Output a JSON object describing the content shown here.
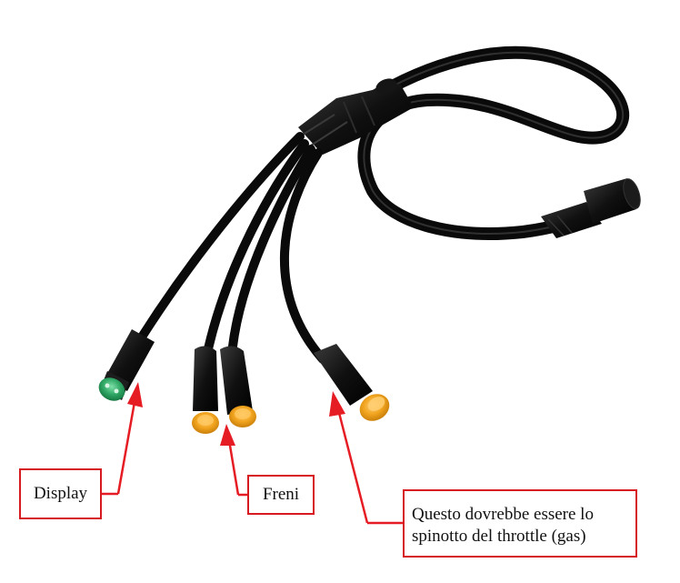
{
  "labels": {
    "display": "Display",
    "freni": "Freni",
    "throttle_line1": "Questo dovrebbe essere lo",
    "throttle_line2": "spinotto del throttle (gas)"
  },
  "colors": {
    "cable": "#0d0d0d",
    "display_connector": "#31a866",
    "brake_connector": "#f2a51f",
    "throttle_connector": "#f2a51f",
    "annotation": "#e51c23"
  },
  "connectors": {
    "display": "green",
    "brakes": [
      "yellow",
      "yellow"
    ],
    "throttle": "yellow"
  }
}
